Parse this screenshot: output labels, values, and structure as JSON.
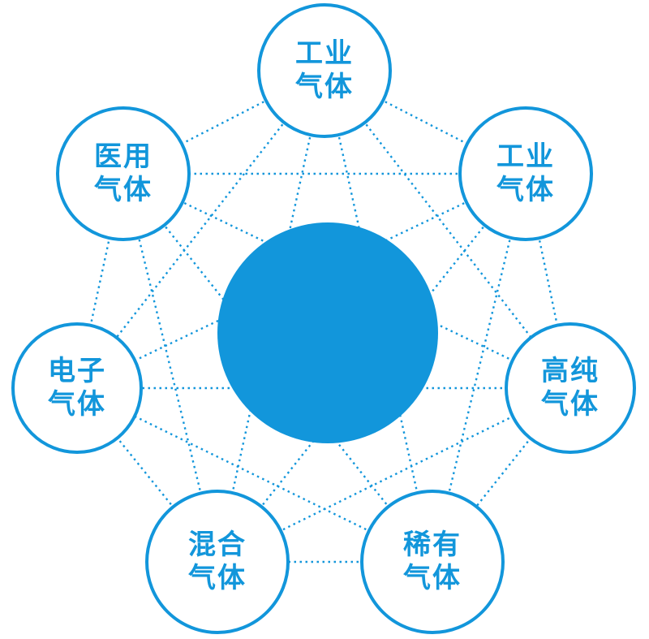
{
  "diagram": {
    "accent_color": "#1296db",
    "center_node": {
      "label": ""
    },
    "nodes": [
      {
        "id": "top",
        "line1": "工业",
        "line2": "气体"
      },
      {
        "id": "top-right",
        "line1": "工业",
        "line2": "气体"
      },
      {
        "id": "right",
        "line1": "高纯",
        "line2": "气体"
      },
      {
        "id": "bottom-right",
        "line1": "稀有",
        "line2": "气体"
      },
      {
        "id": "bottom-left",
        "line1": "混合",
        "line2": "气体"
      },
      {
        "id": "left",
        "line1": "电子",
        "line2": "气体"
      },
      {
        "id": "top-left",
        "line1": "医用",
        "line2": "气体"
      }
    ]
  }
}
